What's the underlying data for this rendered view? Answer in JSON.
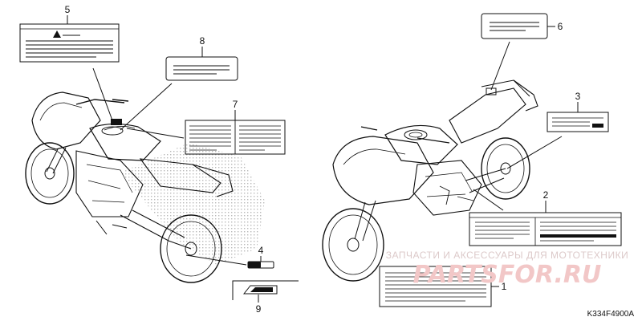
{
  "callouts": {
    "c1": "1",
    "c2": "2",
    "c3": "3",
    "c4": "4",
    "c5": "5",
    "c6": "6",
    "c7": "7",
    "c8": "8",
    "c9": "9"
  },
  "diagram_code": "K334F4900A",
  "watermark": {
    "text": "ЗАПЧАСТИ И АКСЕССУАРЫ ДЛЯ МОТОТЕХНИКИ",
    "logo": "PARTSFOR.RU"
  },
  "colors": {
    "line": "#111111",
    "dot": "#b9b9b9",
    "watermark_text": "#dcc9c9",
    "watermark_logo": "#f2c7c7"
  },
  "icons": {
    "warning": "warning-triangle-icon"
  }
}
